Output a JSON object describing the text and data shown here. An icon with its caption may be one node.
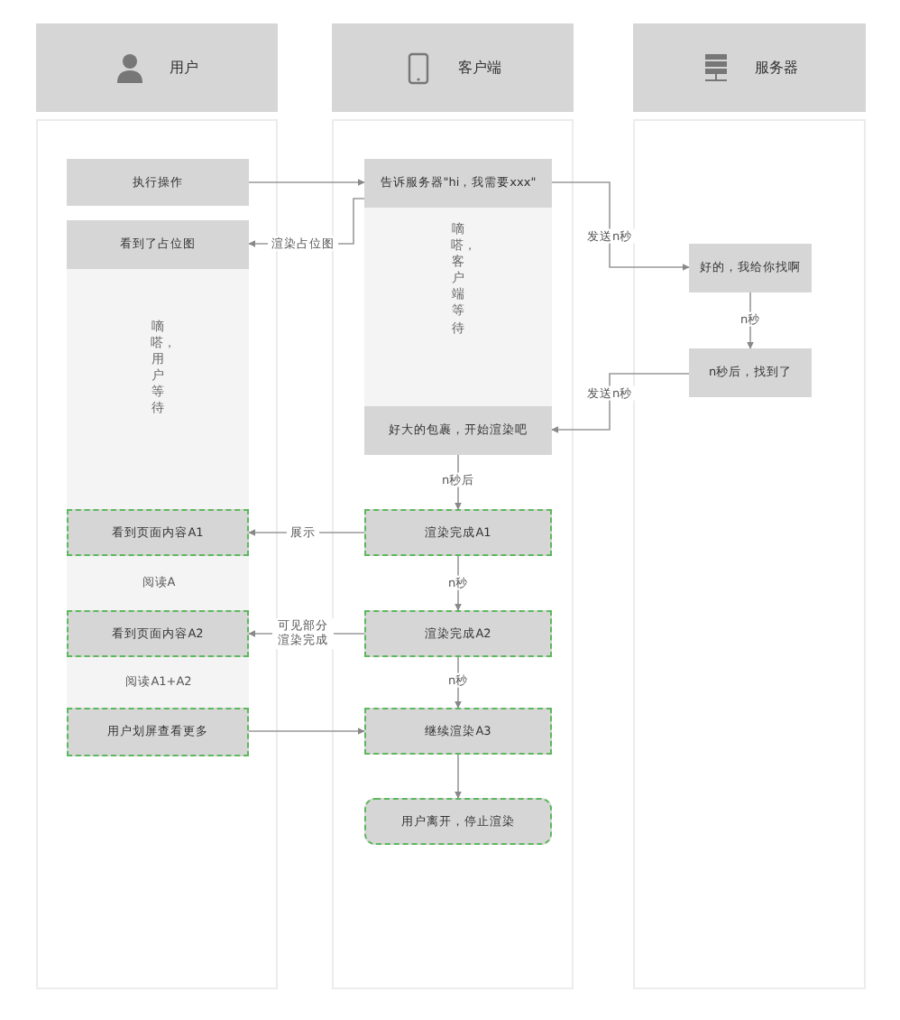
{
  "diagram": {
    "nodes": [
      {
        "text": [
          "用户"
        ]
      },
      {
        "text": [
          "客户端"
        ]
      },
      {
        "text": [
          "服务器"
        ]
      },
      {
        "text": [
          "执行操作"
        ]
      },
      {
        "text": [
          "告诉服务器\"hi，我需要xxx\""
        ]
      },
      {
        "text": [
          "看到了占位图"
        ]
      },
      {
        "text": [
          "嘀嗒，客户端等待"
        ]
      },
      {
        "text": [
          "好的，我给你找啊"
        ]
      },
      {
        "text": [
          "嘀嗒，用户等待"
        ]
      },
      {
        "text": [
          "n秒后，找到了"
        ]
      },
      {
        "text": [
          "好大的包裹，开始渲染吧"
        ]
      },
      {
        "text": [
          "看到页面内容A1"
        ],
        "in": 8
      },
      {
        "text": [
          "渲染完成A1"
        ]
      },
      {
        "text": [
          "看到页面内容A2"
        ],
        "in": 8
      },
      {
        "text": [
          "渲染完成A2"
        ]
      },
      {
        "text": [
          "用户划屏查看更多"
        ]
      },
      {
        "text": [
          "继续渲染A3"
        ]
      },
      {
        "text": [
          "用户离开，停止渲染"
        ]
      }
    ],
    "edges": [
      {
        "from": 3,
        "to": 4,
        "arrow": "to"
      },
      {
        "from": 4,
        "to": 5,
        "arrow": "to",
        "label": "渲染占位图"
      },
      {
        "from": 4,
        "to": 7,
        "arrow": "to",
        "label": "发送n秒"
      },
      {
        "from": 7,
        "to": 9,
        "arrow": "to",
        "label": "n秒"
      },
      {
        "from": 9,
        "to": 10,
        "arrow": "to",
        "label": "发送n秒"
      },
      {
        "from": 10,
        "to": 12,
        "arrow": "to",
        "label": "n秒后"
      },
      {
        "from": 12,
        "to": 11,
        "arrow": "to",
        "label": "展示"
      },
      {
        "from": 12,
        "to": 14,
        "arrow": "to",
        "label": "n秒"
      },
      {
        "from": 14,
        "to": 13,
        "arrow": "to",
        "label": "可见部分渲染完成"
      },
      {
        "from": 14,
        "to": 16,
        "arrow": "to",
        "label": "n秒"
      },
      {
        "from": 15,
        "to": 16,
        "arrow": "to"
      },
      {
        "from": 16,
        "to": 17,
        "arrow": "to"
      }
    ],
    "labels": [
      "阅读A",
      "阅读A1+A2"
    ]
  }
}
